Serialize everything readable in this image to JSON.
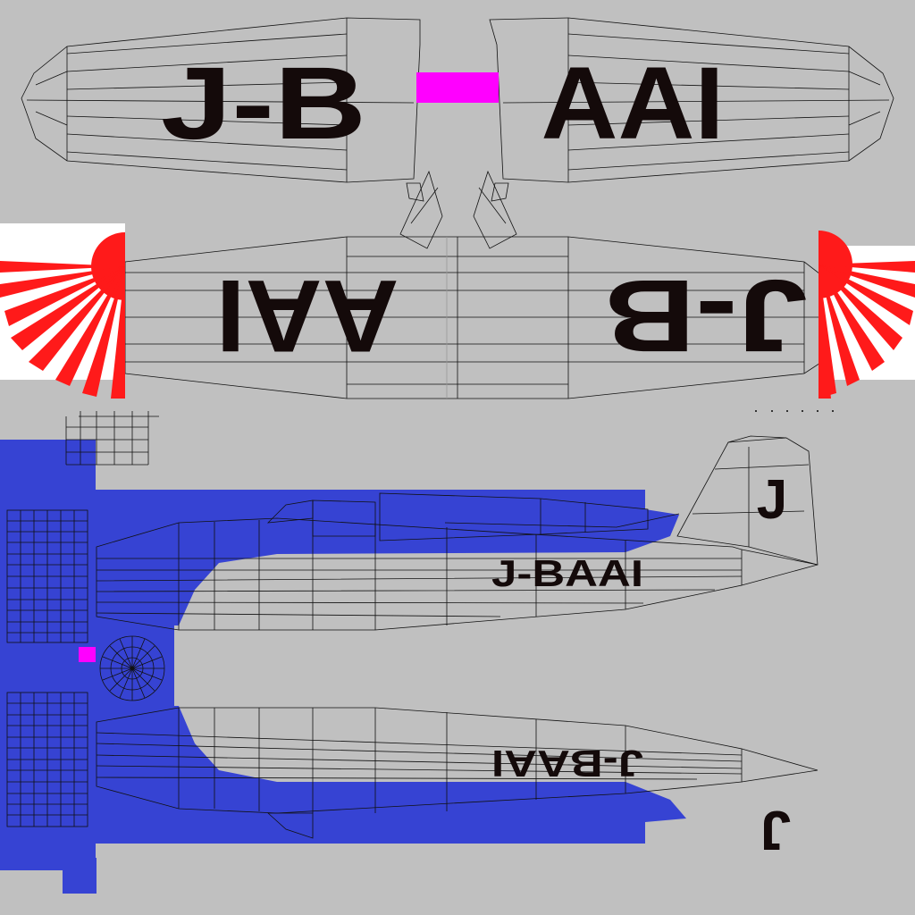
{
  "texture": {
    "registration_full": "J-BAAI",
    "upper_wing_left_text": "J-B",
    "upper_wing_right_text": "AAI",
    "lower_wing_left_text": "AAI",
    "lower_wing_right_text": "J-B",
    "fuselage_upper_text": "J-BAAI",
    "fuselage_lower_text": "J-BAAI",
    "tail_letter": "J",
    "tail_letter_lower": "J"
  },
  "colors": {
    "background": "#c0c0c0",
    "fuselage_paint": "#3643d3",
    "magenta_marker": "#ff00ff",
    "rising_sun_red": "#ff1a1a",
    "registration_black": "#140a0a",
    "wireframe": "#111111"
  }
}
